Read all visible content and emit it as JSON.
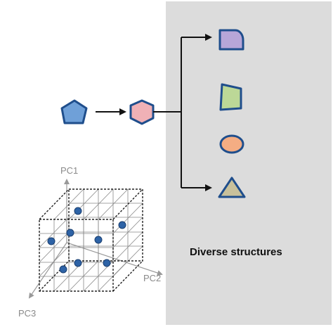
{
  "labels": {
    "caption": "Diverse structures",
    "pc1": "PC1",
    "pc2": "PC2",
    "pc3": "PC3"
  },
  "colors": {
    "panel": "#dcdcdc",
    "outline": "#1f4e8c",
    "input_shape_fill": "#6fa0d8",
    "intermediate_shape_fill": "#f0b1b6",
    "shape_purple": "#b7a6d8",
    "shape_green": "#bcd897",
    "shape_orange": "#f4ad83",
    "shape_olive": "#c9c19b",
    "point": "#2e63a6",
    "grid": "#777777",
    "arrow": "#111111"
  },
  "icons": {
    "input": "pentagon-icon",
    "intermediate": "hexagon-icon",
    "outputs": [
      "half-round-icon",
      "trapezoid-icon",
      "ellipse-icon",
      "triangle-icon"
    ]
  }
}
